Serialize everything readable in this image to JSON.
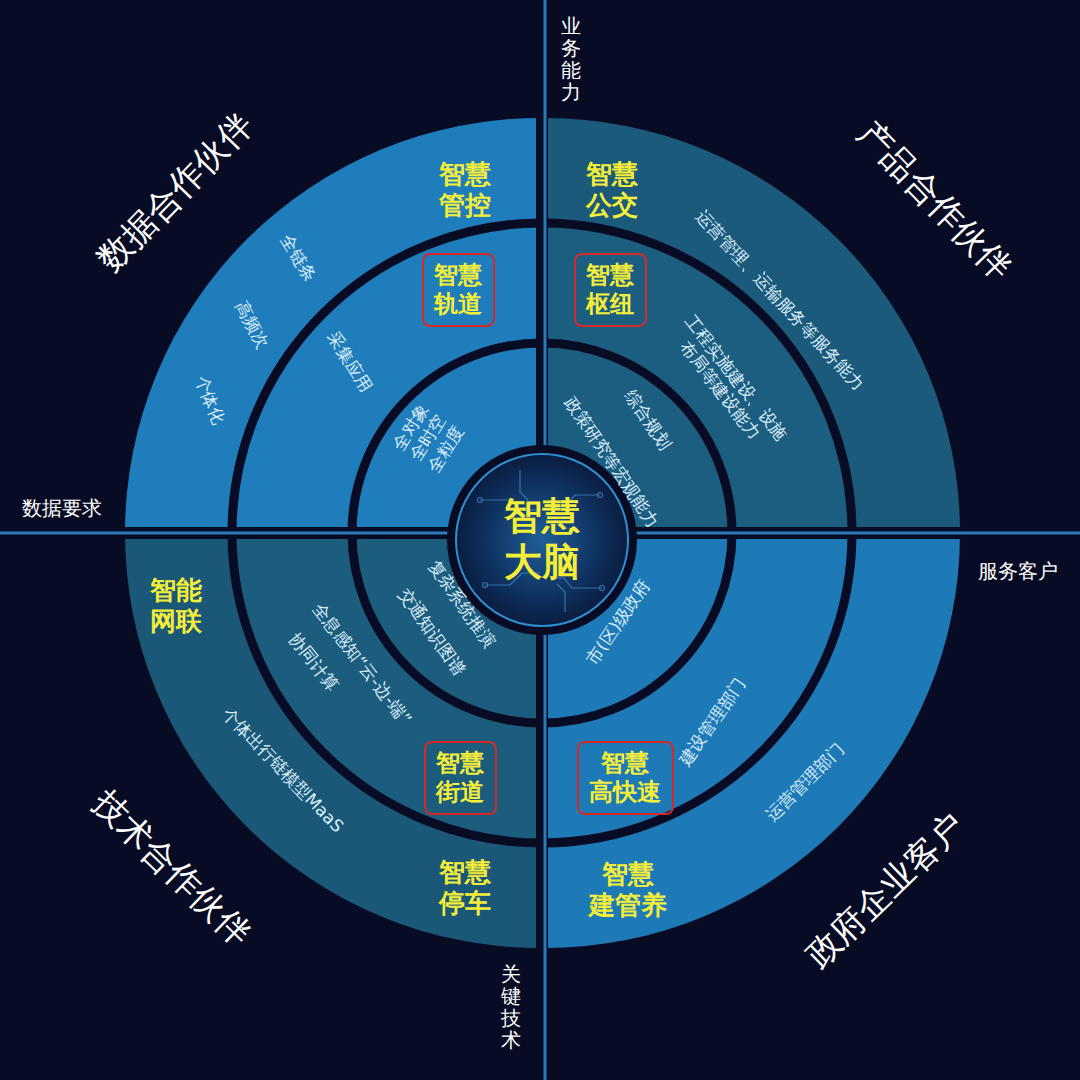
{
  "diagram": {
    "nodes": [
      {
        "text": [
          "智慧 大脑"
        ]
      },
      {
        "text": [
          "智慧 轨道"
        ]
      },
      {
        "text": [
          "智慧 枢纽"
        ]
      },
      {
        "text": [
          "智慧 街道"
        ]
      },
      {
        "text": [
          "智慧 高快速"
        ]
      }
    ],
    "labels": [
      "业务能力",
      "数据要求",
      "服务客户",
      "关键技术",
      "数据合作伙伴",
      "产品合作伙伴",
      "技术合作伙伴",
      "政府企业客户",
      "智慧 管控",
      "智慧 公交",
      "智能 网联",
      "智慧 停车",
      "智慧 建管养",
      "全链条",
      "高频次",
      "个体化",
      "采集应用",
      "全对象 全时空 全粒度",
      "运营管理、运输服务等服务能力",
      "工程实施建设、设施布局等建设能力",
      "综合规划",
      "政策研究等宏观能力",
      "复杂系统推演",
      "交通知识图谱",
      "全息感知“云-边-端”",
      "协同计算",
      "个体出行链模型MaaS",
      "市(区)级政府",
      "建设管理部门",
      "运营管理部门"
    ]
  }
}
